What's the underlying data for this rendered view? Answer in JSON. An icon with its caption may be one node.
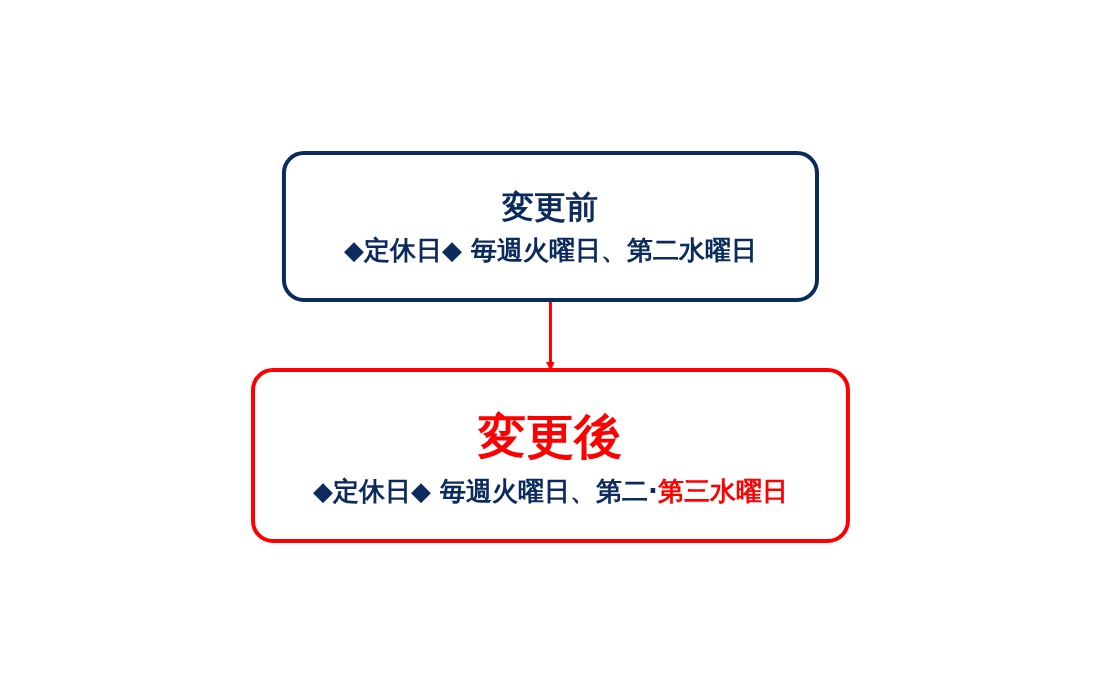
{
  "diagram": {
    "nodes": [
      {
        "text": [
          "変更前",
          "◆定休日◆ 毎週火曜日、第二水曜日"
        ]
      },
      {
        "text": [
          "変更後",
          "◆定休日◆ 毎週火曜日、第二·",
          "第三水曜日"
        ]
      }
    ],
    "edges": [
      {
        "from": 0,
        "to": 1,
        "arrow": "to"
      }
    ]
  }
}
